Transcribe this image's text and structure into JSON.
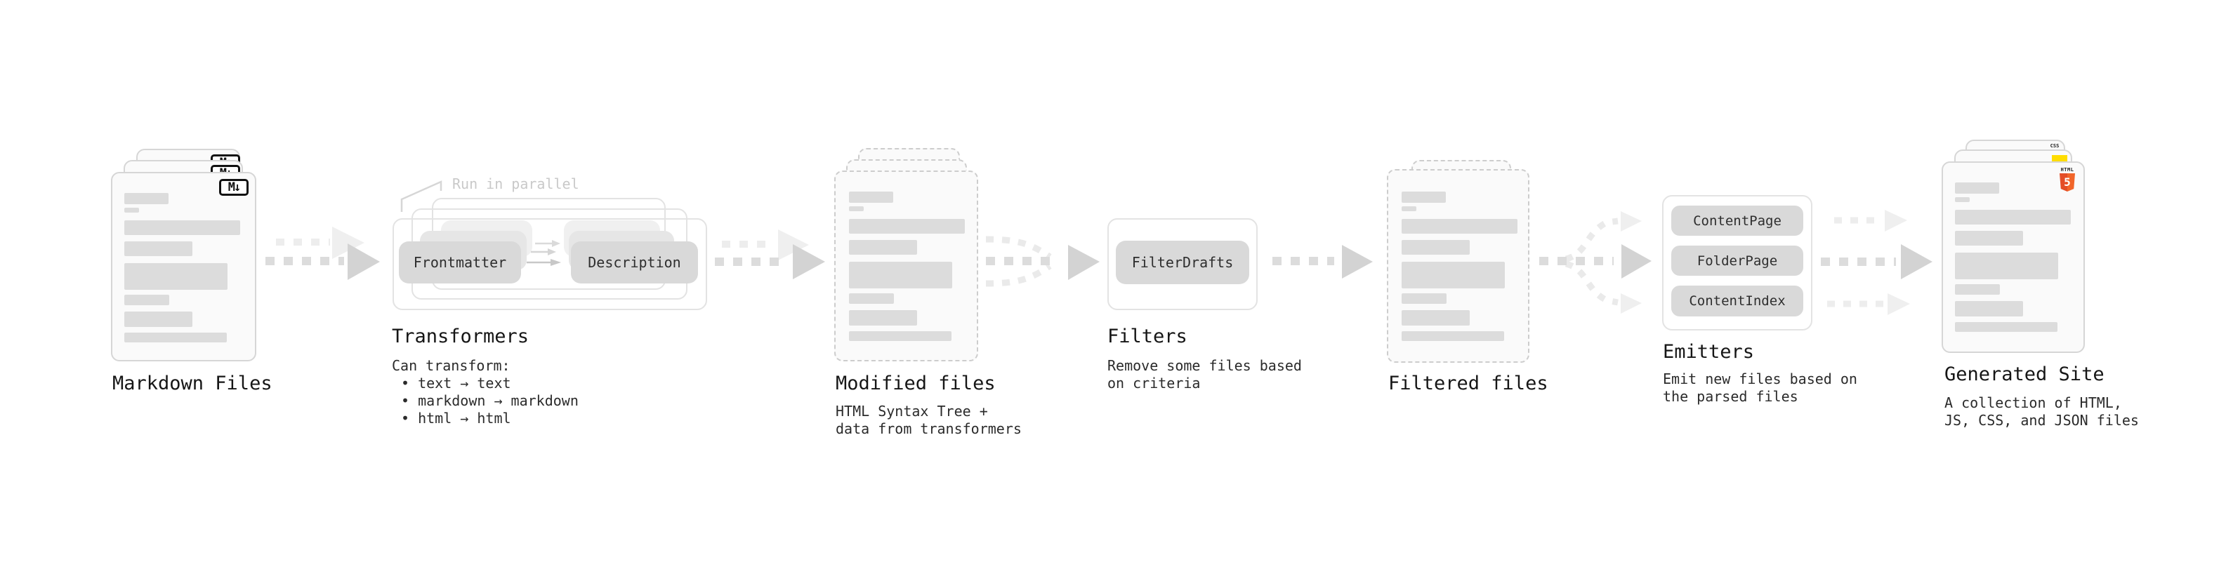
{
  "diagram": {
    "kind": "static-site-generator pipeline flowchart",
    "stages": {
      "markdown_files": {
        "title": "Markdown Files",
        "badge": "M↓"
      },
      "transformers": {
        "title": "Transformers",
        "annotation": "Run in parallel",
        "pill_left": "Frontmatter",
        "pill_right": "Description",
        "sub": [
          "Can transform:",
          "• text → text",
          "• markdown → markdown",
          "• html → html"
        ]
      },
      "modified_files": {
        "title": "Modified files",
        "sub": [
          "HTML Syntax Tree +",
          "data from transformers"
        ]
      },
      "filters": {
        "title": "Filters",
        "pill": "FilterDrafts",
        "sub": [
          "Remove some files based",
          "on criteria"
        ]
      },
      "filtered_files": {
        "title": "Filtered files"
      },
      "emitters": {
        "title": "Emitters",
        "pills": [
          "ContentPage",
          "FolderPage",
          "ContentIndex"
        ],
        "sub": [
          "Emit new files based on",
          "the parsed files"
        ]
      },
      "generated_site": {
        "title": "Generated Site",
        "sub": [
          "A collection of HTML,",
          "JS, CSS, and JSON files"
        ],
        "css_badge": "CSS",
        "html_badge": "HTML",
        "html_number": "5"
      }
    },
    "colors": {
      "background": "#ffffff",
      "card_bg": "#fafafa",
      "card_border": "#d6d6d6",
      "dashed_border": "#cdcdcd",
      "doc_bar": "#dcdcdc",
      "pill": "#d9d9d9",
      "outline_box": "#e3e3e3",
      "arrow_dark": "#dcdcdc",
      "arrow_light": "#ededed",
      "annotation_gray": "#c9c9c9",
      "title_text": "#161616",
      "body_text": "#2b2b2b",
      "html5_orange": "#e44d26",
      "js_yellow": "#ffdd00",
      "css_blue": "#2965f1"
    }
  }
}
